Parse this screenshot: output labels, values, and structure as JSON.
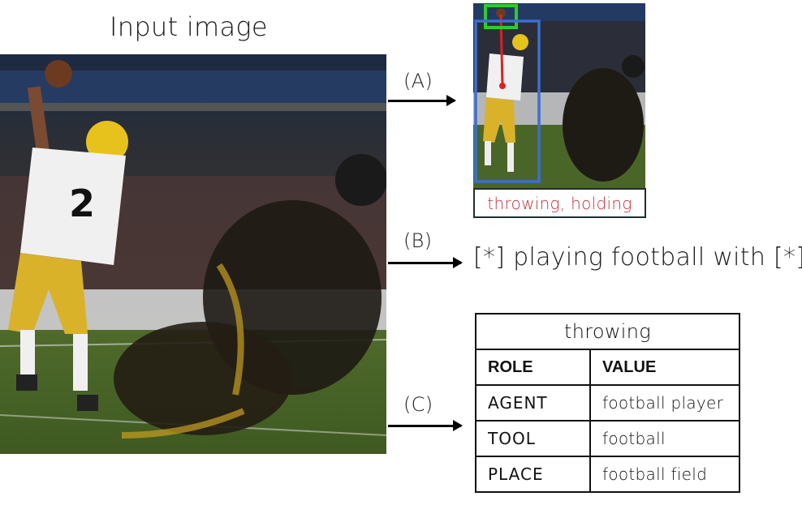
{
  "input": {
    "title": "Input image"
  },
  "branches": {
    "a": "(A)",
    "b": "(B)",
    "c": "(C)"
  },
  "detection": {
    "caption": "throwing, holding"
  },
  "template": {
    "text": "[*] playing football with [*]"
  },
  "role_table": {
    "verb": "throwing",
    "headers": [
      "ROLE",
      "VALUE"
    ],
    "rows": [
      {
        "role": "AGENT",
        "value": "football player"
      },
      {
        "role": "TOOL",
        "value": "football"
      },
      {
        "role": "PLACE",
        "value": "football field"
      }
    ]
  },
  "colors": {
    "agent_box": "#3b6fd0",
    "object_box": "#2ecc2e",
    "relation_line": "#e02020",
    "caption_text": "#c0303a"
  }
}
